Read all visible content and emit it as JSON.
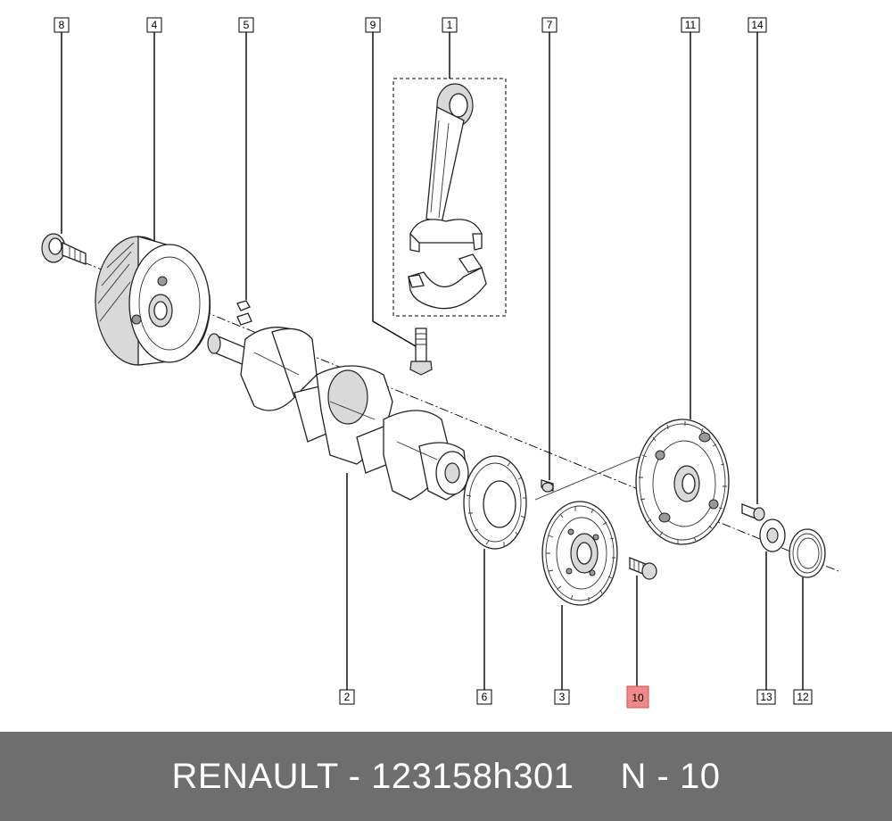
{
  "diagram": {
    "callouts": [
      {
        "id": "c8",
        "label": "8",
        "highlighted": false
      },
      {
        "id": "c4",
        "label": "4",
        "highlighted": false
      },
      {
        "id": "c5",
        "label": "5",
        "highlighted": false
      },
      {
        "id": "c9",
        "label": "9",
        "highlighted": false
      },
      {
        "id": "c1",
        "label": "1",
        "highlighted": false
      },
      {
        "id": "c7",
        "label": "7",
        "highlighted": false
      },
      {
        "id": "c11",
        "label": "11",
        "highlighted": false
      },
      {
        "id": "c14",
        "label": "14",
        "highlighted": false
      },
      {
        "id": "c2",
        "label": "2",
        "highlighted": false
      },
      {
        "id": "c6",
        "label": "6",
        "highlighted": false
      },
      {
        "id": "c3",
        "label": "3",
        "highlighted": false
      },
      {
        "id": "c10",
        "label": "10",
        "highlighted": true
      },
      {
        "id": "c13",
        "label": "13",
        "highlighted": false
      },
      {
        "id": "c12",
        "label": "12",
        "highlighted": false
      }
    ],
    "highlight_color": "#f08a8a"
  },
  "footer": {
    "part_reference": "RENAULT - 123158h301",
    "position_label": "N - 10",
    "background_color": "#6e6e6e"
  }
}
